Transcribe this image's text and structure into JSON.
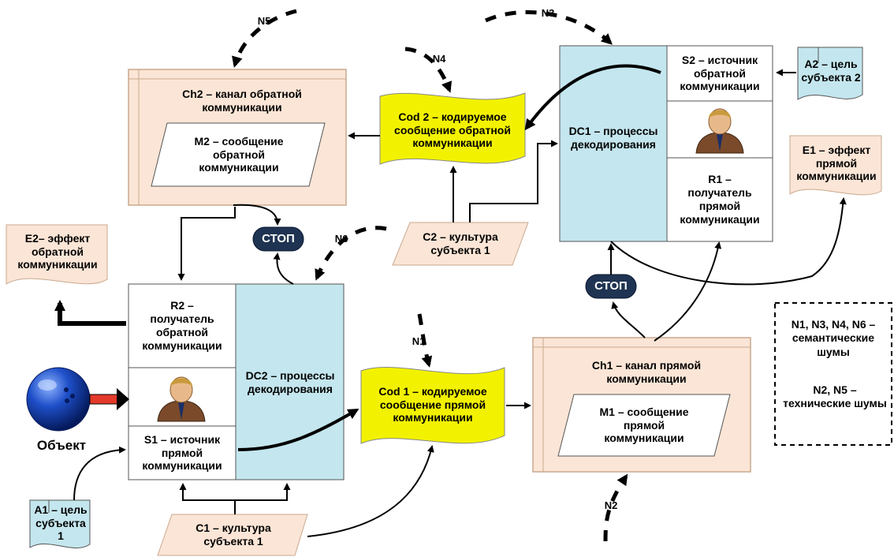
{
  "colors": {
    "peach": "#fbe5d6",
    "peach_border": "#c9a98f",
    "light_blue": "#c4e6ee",
    "yellow": "#f2f200",
    "stop_fill": "#1f3352",
    "arrow": "#000000"
  },
  "icons": [
    "person-icon",
    "person-icon",
    "ball-object-icon"
  ],
  "labels": {
    "ch2": "Ch2 – канал обратной\nкоммуникации",
    "m2": "M2 – сообщение\nобратной\nкоммуникации",
    "cod2": "Cod 2 – кодируемое\nсообщение обратной\nкоммуникации",
    "dc1": "DC1 – процессы\nдекодирования",
    "s2": "S2 – источник\nобратной\nкоммуникации",
    "r1": "R1 –\nполучатель\nпрямой\nкоммуникации",
    "a2": "A2 – цель\nсубъекта 2",
    "e1": "E1 – эффект\nпрямой\nкоммуникации",
    "c2": "C2 – культура\nсубъекта 1",
    "e2": "E2– эффект\nобратной\nкоммуникации",
    "r2": "R2 –\nполучатель\nобратной\nкоммуникации",
    "dc2": "DC2 – процессы\nдекодирования",
    "s1": "S1 – источник\nпрямой\nкоммуникации",
    "cod1": "Cod 1 – кодируемое\nсообщение прямой\nкоммуникации",
    "ch1": "Ch1 – канал прямой\nкоммуникации",
    "m1": "M1 – сообщение\nпрямой\nкоммуникации",
    "a1": "A1 – цель\nсубъекта 1",
    "c1": "C1 – культура\nсубъекта 1",
    "object": "Объект",
    "stop1": "СТОП",
    "stop2": "СТОП",
    "n1": "N1",
    "n2": "N2",
    "n3": "N3",
    "n4": "N4",
    "n5": "N5",
    "n6": "N6",
    "legend_semantic": "N1, N3, N4, N6 –\nсемантические\nшумы",
    "legend_technical": "N2, N5 –\nтехнические шумы"
  }
}
